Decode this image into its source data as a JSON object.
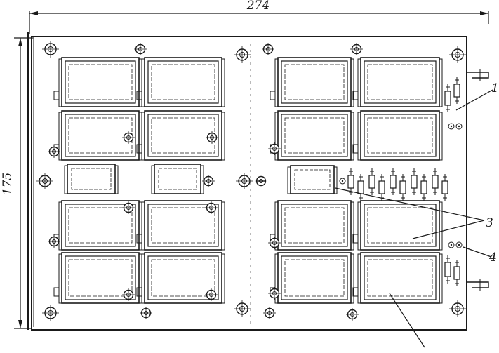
{
  "dimensions": {
    "width_label": "274",
    "height_label": "175"
  },
  "callouts": {
    "one": "1",
    "three": "3",
    "four": "4"
  },
  "colors": {
    "ink": "#1a1a1a",
    "paper": "#ffffff"
  }
}
